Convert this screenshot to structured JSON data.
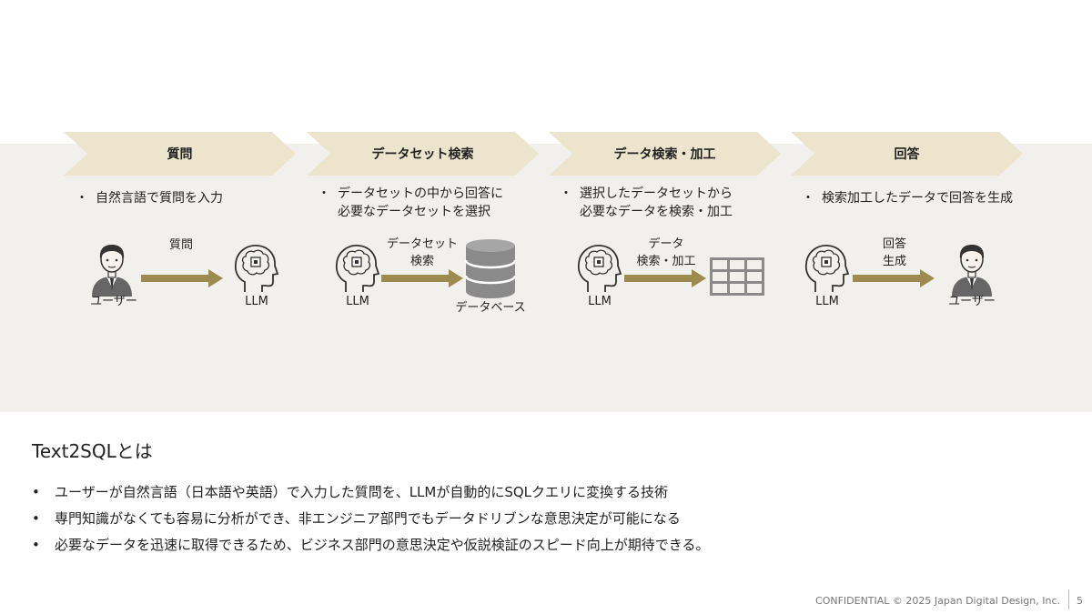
{
  "steps": [
    {
      "title": "質問",
      "bullet": [
        "自然言語で質問を入力"
      ],
      "left_label": "ユーザー",
      "arrow_label": [
        "質問"
      ],
      "right_label": "LLM"
    },
    {
      "title": "データセット検索",
      "bullet": [
        "データセットの中から回答に",
        "必要なデータセットを選択"
      ],
      "left_label": "LLM",
      "arrow_label": [
        "データセット",
        "検索"
      ],
      "right_label": "データベース"
    },
    {
      "title": "データ検索・加工",
      "bullet": [
        "選択したデータセットから",
        "必要なデータを検索・加工"
      ],
      "left_label": "LLM",
      "arrow_label": [
        "データ",
        "検索・加工"
      ],
      "right_label": ""
    },
    {
      "title": "回答",
      "bullet": [
        "検索加工したデータで回答を生成"
      ],
      "left_label": "LLM",
      "arrow_label": [
        "回答",
        "生成"
      ],
      "right_label": "ユーザー"
    }
  ],
  "section": {
    "title": "Text2SQLとは",
    "points": [
      "ユーザーが自然言語（日本語や英語）で入力した質問を、LLMが自動的にSQLクエリに変換する技術",
      "専門知識がなくても容易に分析ができ、非エンジニア部門でもデータドリブンな意思決定が可能になる",
      "必要なデータを迅速に取得できるため、ビジネス部門の意思決定や仮説検証のスピード向上が期待できる。"
    ]
  },
  "footer": {
    "confidential": "CONFIDENTIAL",
    "copyright": "© 2025 Japan Digital Design, Inc.",
    "page": "5"
  },
  "colors": {
    "chevron": "#ece4cd",
    "arrow": "#9c8a4e",
    "band": "#f1f0ec",
    "icon_gray": "#8a8a8a"
  },
  "icons": [
    "user-icon",
    "brain-icon",
    "database-icon",
    "table-icon",
    "arrow-icon"
  ]
}
